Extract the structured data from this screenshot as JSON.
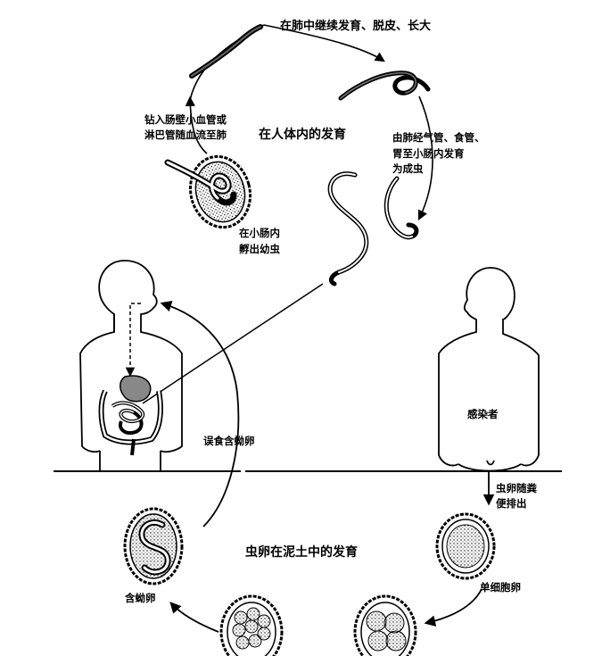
{
  "labels": {
    "lung_development": "在肺中继续发育、脱皮、长大",
    "bore_line1": "钻入肠壁小血管或",
    "bore_line2": "淋巴管随血流至肺",
    "human_development": "在人体内的发育",
    "lung_to_intestine_line1": "由肺经气管、食管、",
    "lung_to_intestine_line2": "胃至小肠内发育",
    "lung_to_intestine_line3": "为成虫",
    "hatch_line1": "在小肠内",
    "hatch_line2": "孵出幼虫",
    "ingest": "误食含蚴卵",
    "infected": "感染者",
    "excrete_line1": "虫卵随粪",
    "excrete_line2": "便排出",
    "soil_development": "虫卵在泥土中的发育",
    "larva_egg": "含蚴卵",
    "single_cell_egg": "单细胞卵"
  },
  "colors": {
    "ink": "#000000",
    "paper": "#ffffff"
  }
}
